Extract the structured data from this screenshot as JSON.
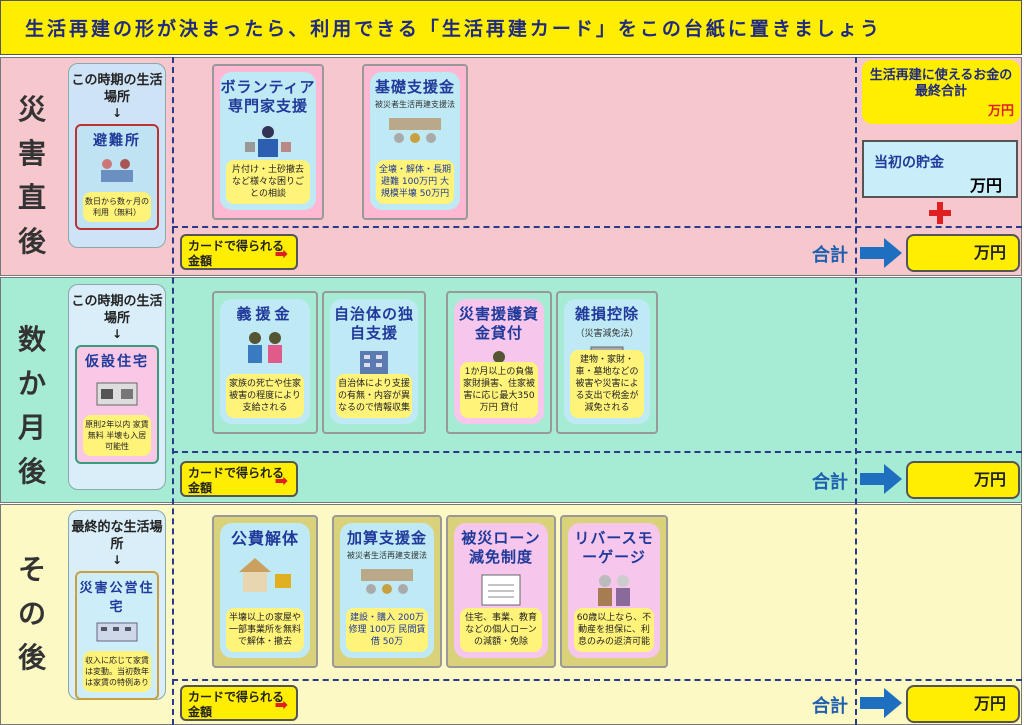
{
  "header": {
    "title": "生活再建の形が決まったら、利用できる「生活再建カード」をこの台紙に置きましょう"
  },
  "phases": [
    {
      "label": "災害直後",
      "place": {
        "title": "この時期の生活場所",
        "arrow": "↓",
        "name": "避難所",
        "note": "数日から数ヶ月の利用（無料）"
      },
      "cards": [
        {
          "title": "ボランティア専門家支援",
          "subtitle": "",
          "desc": "片付け・土砂撤去など様々な困りごとの相談"
        },
        {
          "title": "基礎支援金",
          "subtitle": "被災者生活再建支援法",
          "desc": "全壊・解体・長期避難 100万円 大規模半壊 50万円"
        }
      ]
    },
    {
      "label": "数か月後",
      "place": {
        "title": "この時期の生活場所",
        "arrow": "↓",
        "name": "仮設住宅",
        "note": "原則2年以内 家賃無料 半壊も入居可能性"
      },
      "cards": [
        {
          "title": "義援金",
          "subtitle": "",
          "desc": "家族の死亡や住家被害の程度により支給される"
        },
        {
          "title": "自治体の独自支援",
          "subtitle": "",
          "desc": "自治体により支援の有無・内容が異なるので情報収集"
        },
        {
          "title": "災害援護資金貸付",
          "subtitle": "",
          "desc": "1か月以上の負傷家財損害、住家被害に応じ最大350万円 貸付"
        },
        {
          "title": "雑損控除",
          "subtitle": "（災害減免法）",
          "desc": "建物・家財・車・墓地などの被害や災害による支出で税金が減免される"
        }
      ]
    },
    {
      "label": "その後",
      "place": {
        "title": "最終的な生活場所",
        "arrow": "↓",
        "name": "災害公営住宅",
        "note": "収入に応じて家賃は変動。当初数年は家賃の特例あり"
      },
      "cards": [
        {
          "title": "公費解体",
          "subtitle": "",
          "desc": "半壊以上の家屋や一部事業所を無料で解体・撤去"
        },
        {
          "title": "加算支援金",
          "subtitle": "被災者生活再建支援法",
          "desc": "建設・購入 200万 修理 100万 民間賃借 50万"
        },
        {
          "title": "被災ローン減免制度",
          "subtitle": "",
          "desc": "住宅、事業、教育などの個人ローンの減額・免除"
        },
        {
          "title": "リバースモーゲージ",
          "subtitle": "",
          "desc": "60歳以上なら、不動産を担保に、利息のみの返済可能"
        }
      ]
    }
  ],
  "gain_button": {
    "label": "カードで得られる金額"
  },
  "total": {
    "label": "合計",
    "unit": "万円"
  },
  "final": {
    "title": "生活再建に使えるお金の最終合計",
    "unit": "万円"
  },
  "savings": {
    "label": "当初の貯金",
    "unit": "万円"
  },
  "plus_icon": "plus-icon",
  "colors": {
    "header": "#ffee00",
    "row1": "#f6c7cc",
    "row2": "#a6ebd3",
    "row3": "#fdf9c5",
    "title_text": "#1f3a9a"
  }
}
